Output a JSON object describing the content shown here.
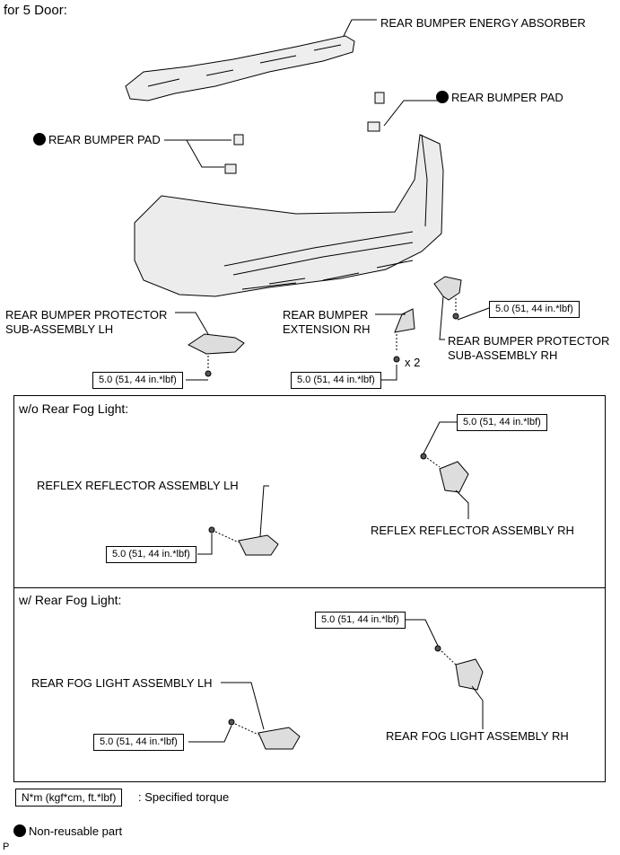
{
  "heading": "for 5 Door:",
  "labels": {
    "energy_absorber": "REAR BUMPER ENERGY ABSORBER",
    "pad_right": "REAR BUMPER PAD",
    "pad_left": "REAR BUMPER PAD",
    "protector_lh_1": "REAR BUMPER PROTECTOR",
    "protector_lh_2": "SUB-ASSEMBLY LH",
    "extension_1": "REAR BUMPER",
    "extension_2": "EXTENSION RH",
    "protector_rh_1": "REAR BUMPER PROTECTOR",
    "protector_rh_2": "SUB-ASSEMBLY RH",
    "qty": "x 2"
  },
  "torque": {
    "t1": "5.0 (51, 44 in.*lbf)",
    "t2": "5.0 (51, 44 in.*lbf)",
    "t3": "5.0 (51, 44 in.*lbf)",
    "t4": "5.0 (51, 44 in.*lbf)",
    "t5": "5.0 (51, 44 in.*lbf)",
    "t6": "5.0 (51, 44 in.*lbf)",
    "t7": "5.0 (51, 44 in.*lbf)"
  },
  "panel1": {
    "title": "w/o Rear Fog Light:",
    "left_label": "REFLEX REFLECTOR ASSEMBLY LH",
    "right_label": "REFLEX REFLECTOR ASSEMBLY RH"
  },
  "panel2": {
    "title": "w/ Rear Fog Light:",
    "left_label": "REAR FOG LIGHT ASSEMBLY LH",
    "right_label": "REAR FOG LIGHT ASSEMBLY RH"
  },
  "legend": {
    "torque_box": "N*m (kgf*cm, ft.*lbf)",
    "torque_text": ": Specified torque",
    "nonreusable": "Non-reusable part"
  },
  "footer": "P"
}
